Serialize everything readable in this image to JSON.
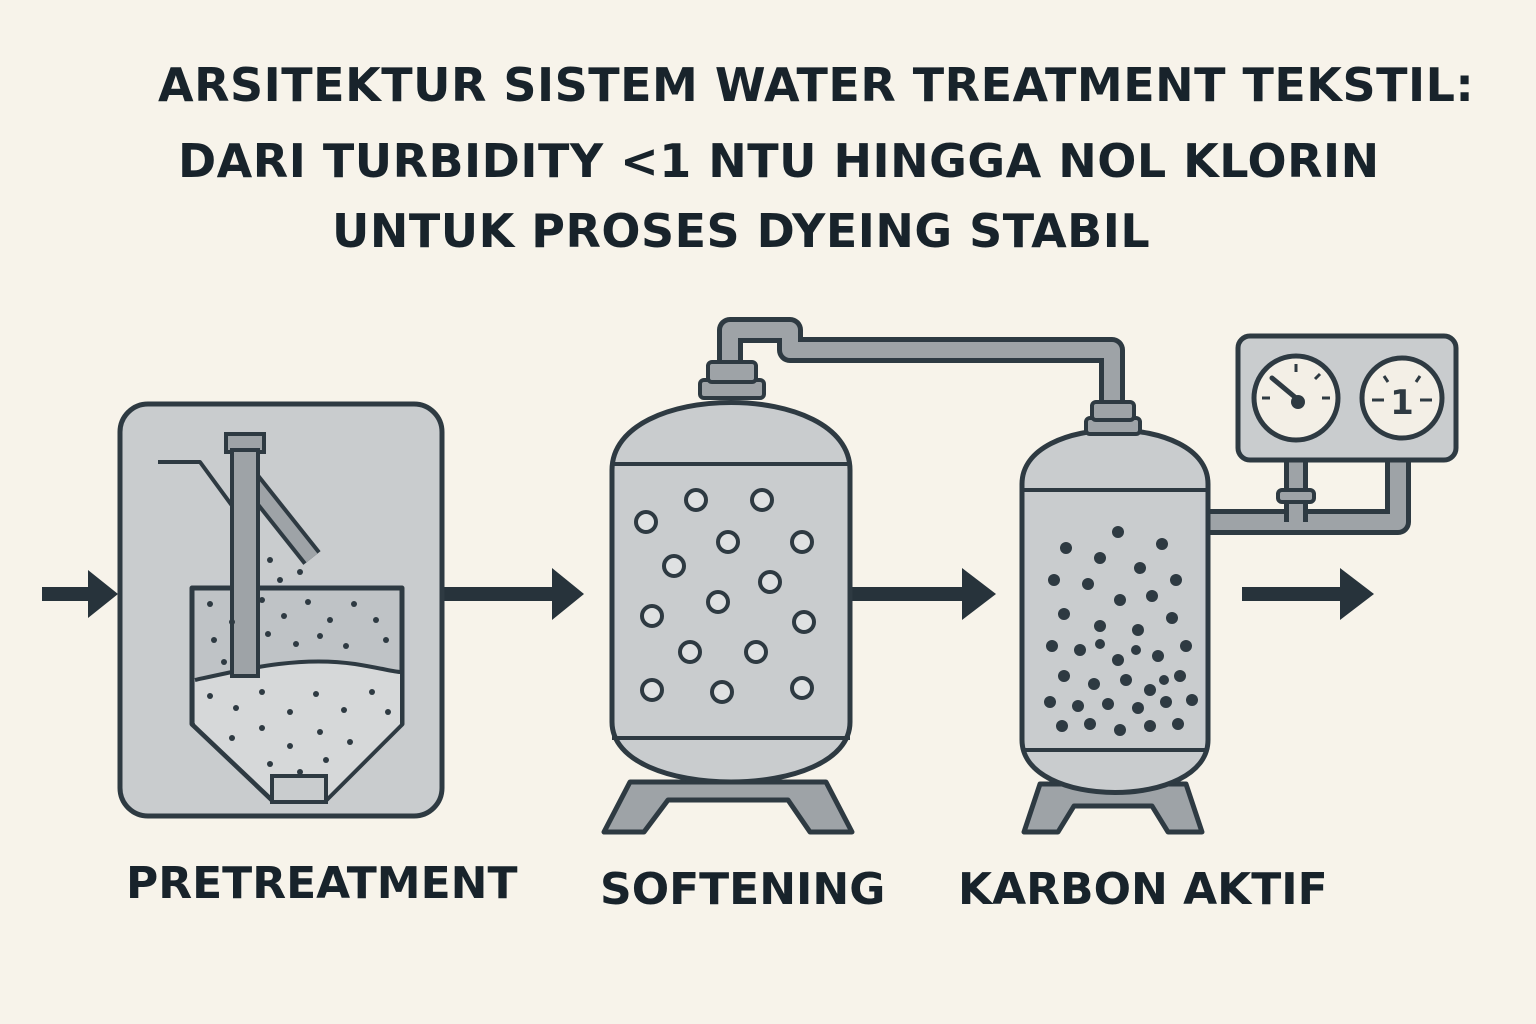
{
  "title": {
    "line1": "ARSITEKTUR SISTEM WATER TREATMENT TEKSTIL:",
    "line2": "DARI TURBIDITY <1 NTU HINGGA NOL KLORIN",
    "line3": "UNTUK PROSES DYEING STABIL"
  },
  "stages": [
    {
      "label": "PRETREATMENT",
      "icon": "sedimentation-tank-icon"
    },
    {
      "label": "SOFTENING",
      "icon": "softener-vessel-icon"
    },
    {
      "label": "KARBON AKTIF",
      "icon": "carbon-filter-vessel-icon"
    }
  ],
  "gauges": {
    "right_gauge_text": "1"
  },
  "colors": {
    "background": "#f7f3ea",
    "outline": "#2e3a42",
    "fill": "#c9ccce",
    "arrow": "#27333b"
  }
}
